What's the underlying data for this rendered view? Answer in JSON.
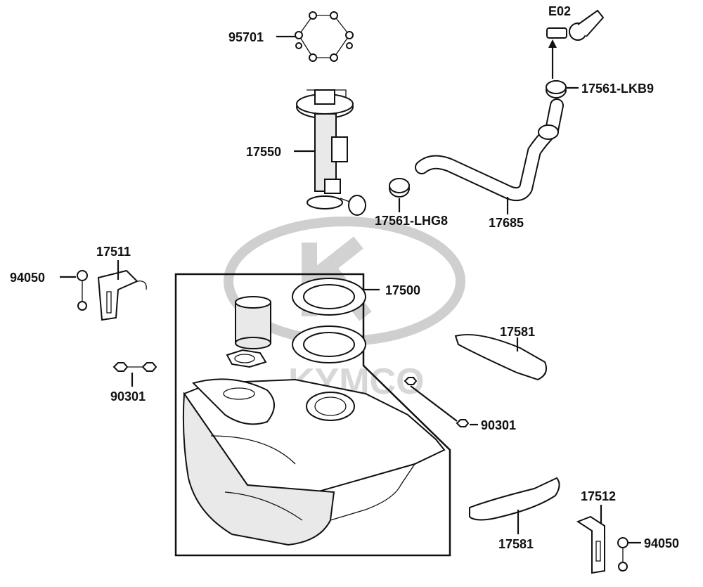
{
  "diagram": {
    "watermark_text": "KYMCO",
    "labels": {
      "e02": "E02",
      "p95701": "95701",
      "p17561_lkb9": "17561-LKB9",
      "p17550": "17550",
      "p17561_lhg8": "17561-LHG8",
      "p17685": "17685",
      "p17511": "17511",
      "p94050_left": "94050",
      "p17500": "17500",
      "p90301_left": "90301",
      "p17581_top": "17581",
      "p90301_right": "90301",
      "p17512": "17512",
      "p17581_bottom": "17581",
      "p94050_right": "94050"
    }
  }
}
